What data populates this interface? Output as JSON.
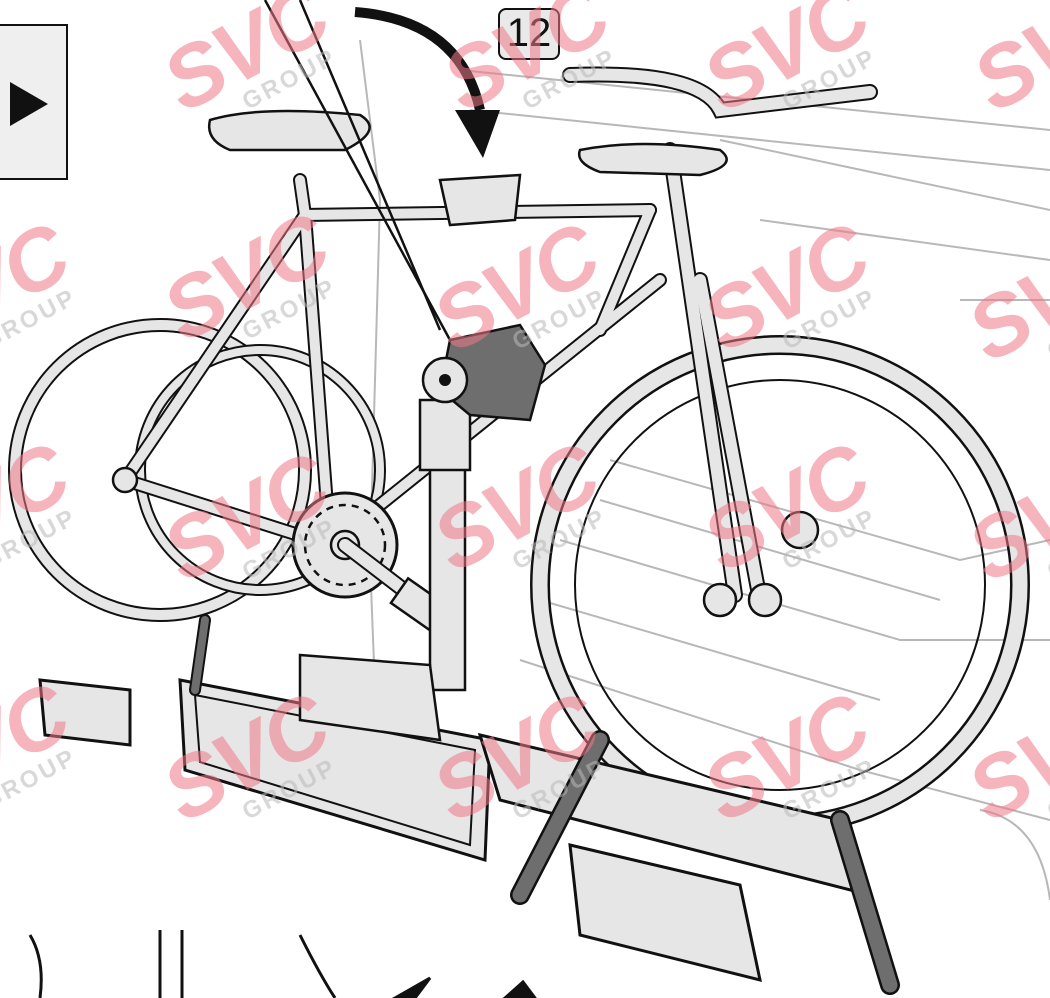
{
  "step_number": "12",
  "watermark": {
    "brand": "SVC",
    "sub": "GROUP"
  },
  "colors": {
    "line": "#111111",
    "fill": "#e6e6e6",
    "dark_fill": "#6e6e6e",
    "watermark": "#f07a86",
    "watermark_sub": "#b9b9b9"
  },
  "icons": [
    "play-triangle-icon",
    "curved-arrow-icon",
    "lock-knob-icon"
  ]
}
